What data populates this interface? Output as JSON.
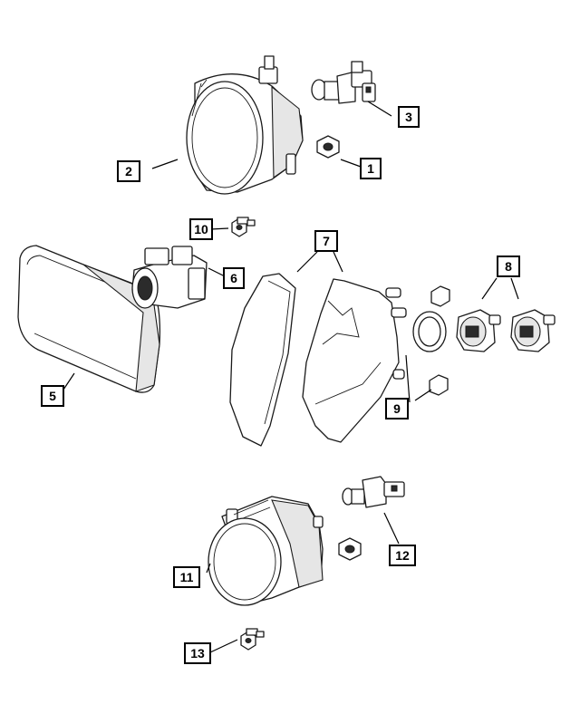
{
  "callouts": {
    "c1": "1",
    "c2": "2",
    "c3": "3",
    "c5": "5",
    "c6": "6",
    "c7": "7",
    "c8": "8",
    "c9": "9",
    "c10": "10",
    "c11": "11",
    "c12": "12",
    "c13": "13"
  }
}
